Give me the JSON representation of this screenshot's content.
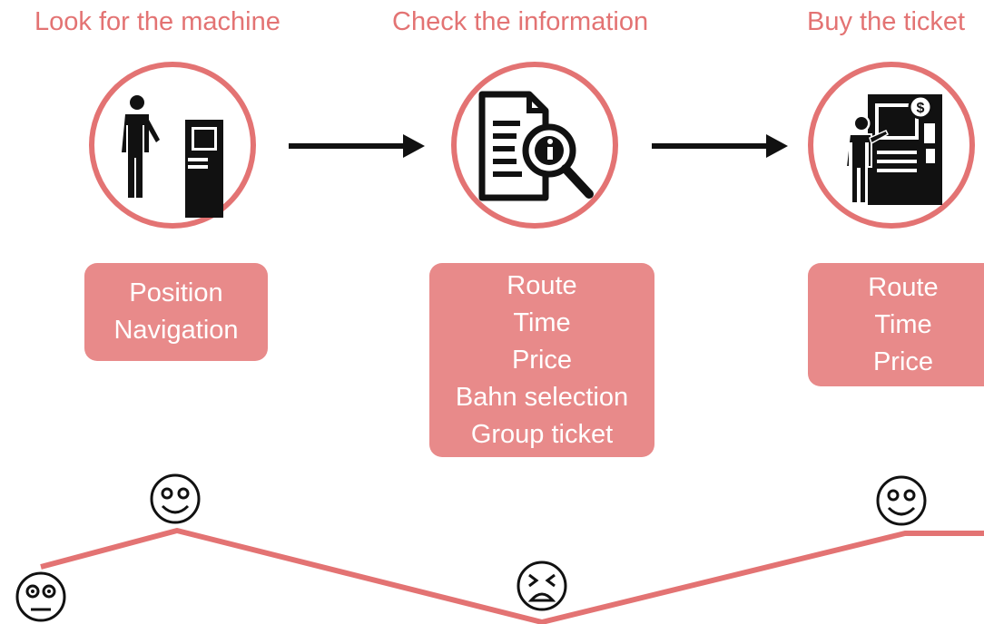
{
  "colors": {
    "accent": "#e37373",
    "box": "#e88a8a",
    "icon": "#111111"
  },
  "steps": [
    {
      "title": "Look for the machine",
      "icon": "person-at-machine-icon",
      "items": [
        "Position",
        "Navigation"
      ]
    },
    {
      "title": "Check the information",
      "icon": "document-magnifier-info-icon",
      "items": [
        "Route",
        "Time",
        "Price",
        "Bahn selection",
        "Group ticket"
      ]
    },
    {
      "title": "Buy the ticket",
      "icon": "person-at-vending-machine-icon",
      "items": [
        "Route",
        "Time",
        "Price"
      ]
    }
  ],
  "journey": {
    "emotions": [
      "neutral-face-icon",
      "smiley-face-icon",
      "angry-face-icon",
      "smiley-face-icon"
    ]
  }
}
